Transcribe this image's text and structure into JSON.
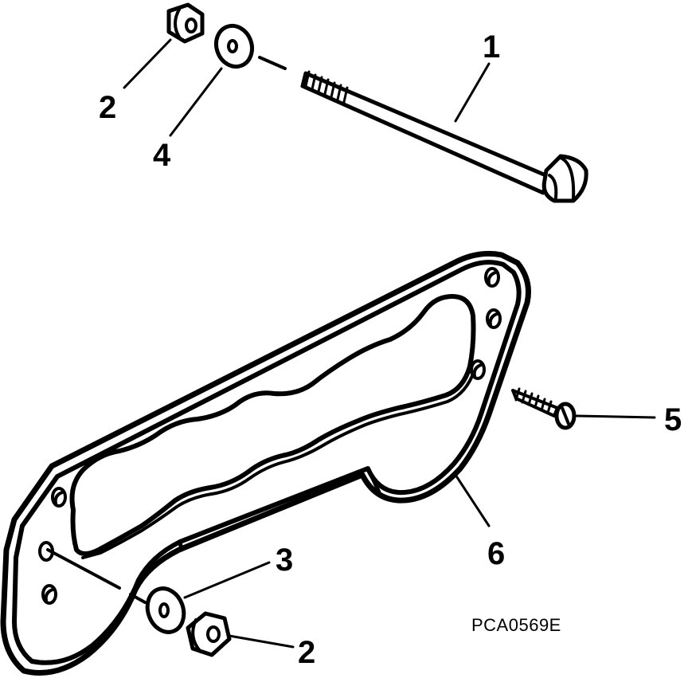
{
  "diagram": {
    "callouts": {
      "c1": "1",
      "c2_top": "2",
      "c4": "4",
      "c3": "3",
      "c2_bottom": "2",
      "c5": "5",
      "c6": "6"
    },
    "figure_id": "PCA0569E"
  }
}
